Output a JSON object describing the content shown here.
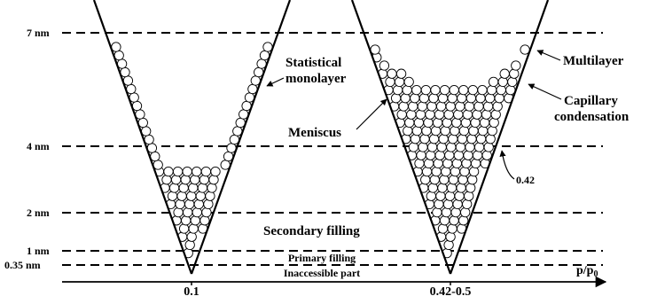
{
  "levels": [
    {
      "label": "7 nm"
    },
    {
      "label": "4 nm"
    },
    {
      "label": "2 nm"
    },
    {
      "label": "1 nm"
    },
    {
      "label": "0.35 nm"
    }
  ],
  "labels": {
    "statistical": "Statistical",
    "monolayer": "monolayer",
    "multilayer": "Multilayer",
    "capillary": "Capillary",
    "condensation": "condensation",
    "meniscus": "Meniscus",
    "point_042": "0.42",
    "secondary_filling": "Secondary filling",
    "primary_filling": "Primary filling",
    "inaccessible_part": "Inaccessible part"
  },
  "axis": {
    "tick_left": "0.1",
    "tick_right": "0.42-0.5",
    "xlabel_main": "p/p",
    "xlabel_sub": "0"
  },
  "colors": {
    "line": "#000000",
    "circle_fill": "#ffffff"
  }
}
